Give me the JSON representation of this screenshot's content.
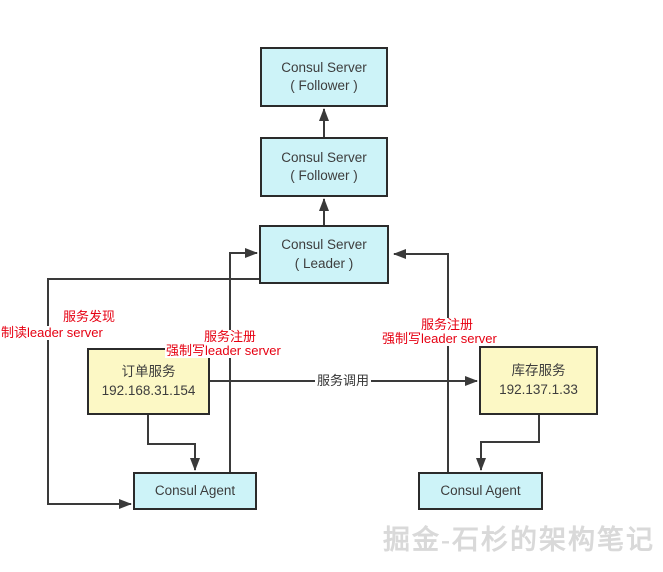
{
  "diagram": {
    "nodes": {
      "follower_top": {
        "line1": "Consul Server",
        "line2": "( Follower )"
      },
      "follower_mid": {
        "line1": "Consul Server",
        "line2": "( Follower )"
      },
      "leader": {
        "line1": "Consul Server",
        "line2": "( Leader )"
      },
      "order_service": {
        "line1": "订单服务",
        "line2": "192.168.31.154"
      },
      "inventory_service": {
        "line1": "库存服务",
        "line2": "192.137.1.33"
      },
      "agent_left": {
        "label": "Consul Agent"
      },
      "agent_right": {
        "label": "Consul Agent"
      }
    },
    "edge_labels": {
      "service_discovery_line1": "服务发现",
      "service_discovery_line2": "制读leader server",
      "service_register_left_line1": "服务注册",
      "service_register_left_line2": "强制写leader server",
      "service_register_right_line1": "服务注册",
      "service_register_right_line2": "强制写leader server",
      "service_call": "服务调用"
    },
    "watermark": "掘金-石杉的架构笔记",
    "colors": {
      "server_box_fill": "#cdf3f8",
      "service_box_fill": "#fcf8c5",
      "box_border": "#2b2b2b",
      "connector_line": "#3a3a3a",
      "red_label": "#e60012",
      "call_label": "#333333",
      "watermark": "#d9d9d9",
      "background": "#ffffff"
    }
  }
}
